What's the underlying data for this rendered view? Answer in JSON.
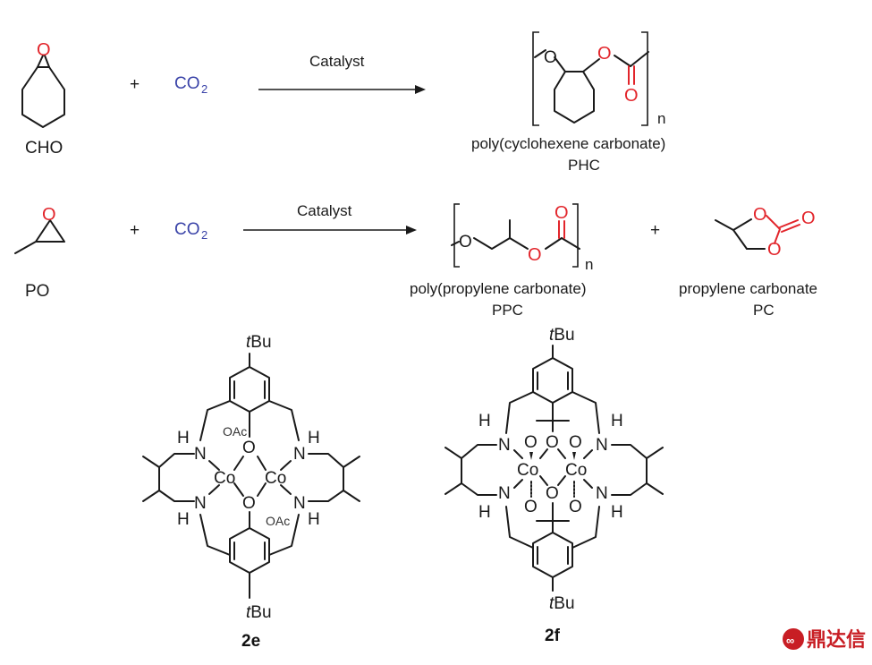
{
  "reaction1": {
    "reactant_label": "CHO",
    "plus": "+",
    "co2": "CO",
    "co2_sub": "2",
    "arrow_label": "Catalyst",
    "product_name": "poly(cyclohexene carbonate)",
    "product_abbr": "PHC",
    "repeat_n": "n"
  },
  "reaction2": {
    "reactant_label": "PO",
    "plus": "+",
    "co2": "CO",
    "co2_sub": "2",
    "arrow_label": "Catalyst",
    "product_name": "poly(propylene carbonate)",
    "product_abbr": "PPC",
    "repeat_n": "n",
    "plus2": "+",
    "byproduct_name": "propylene carbonate",
    "byproduct_abbr": "PC"
  },
  "atoms": {
    "O": "O",
    "N": "N",
    "H": "H",
    "Co": "Co",
    "OAc": "OAc",
    "tBu_t": "t",
    "tBu_rest": "Bu"
  },
  "complex_e": {
    "label": "2e"
  },
  "complex_f": {
    "label": "2f"
  },
  "watermark": {
    "text": "鼎达信"
  },
  "colors": {
    "oxygen": "#e2252b",
    "co2": "#3a43a8",
    "bond": "#1a1a1a"
  }
}
